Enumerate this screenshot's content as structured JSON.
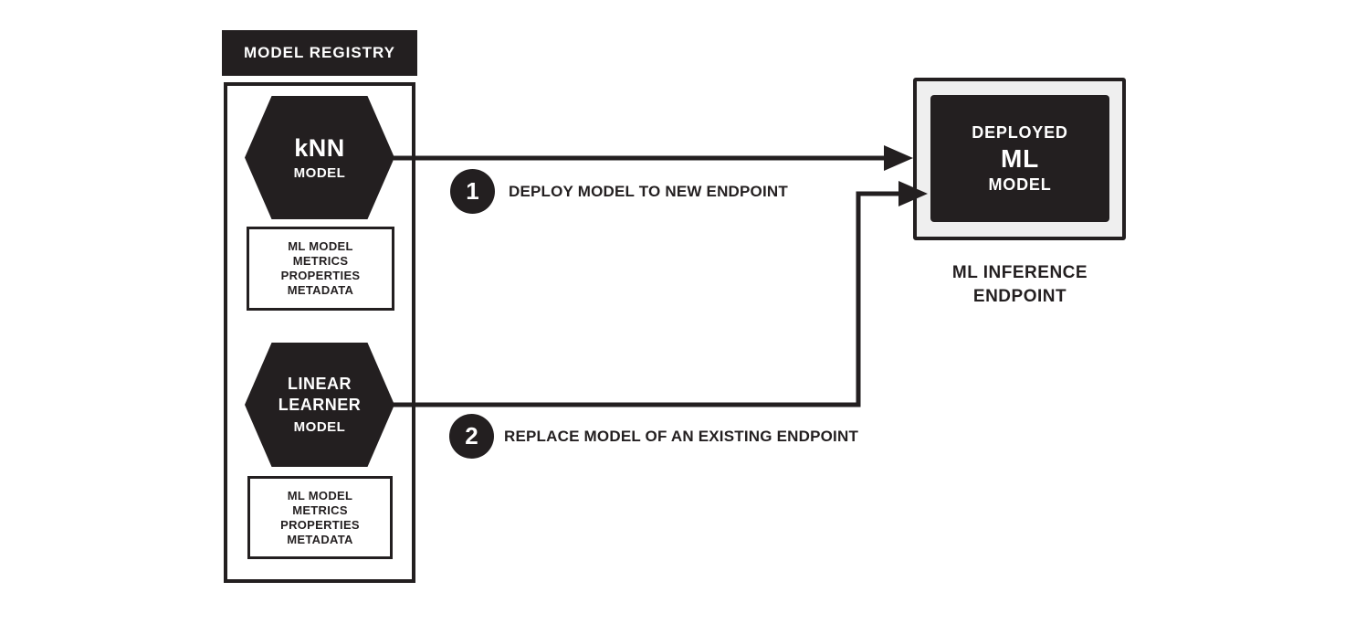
{
  "colors": {
    "ink": "#231f20",
    "panel_gray": "#efefef",
    "background": "#ffffff"
  },
  "registry": {
    "header": "MODEL REGISTRY",
    "knn_hexagon": {
      "title": "kNN",
      "subtitle": "MODEL"
    },
    "linear_hexagon": {
      "line1": "LINEAR",
      "line2": "LEARNER",
      "subtitle": "MODEL"
    },
    "cards": [
      {
        "lines": [
          "ML MODEL",
          "METRICS",
          "PROPERTIES",
          "METADATA"
        ]
      },
      {
        "lines": [
          "ML MODEL",
          "METRICS",
          "PROPERTIES",
          "METADATA"
        ]
      }
    ]
  },
  "steps": [
    {
      "number": "1",
      "label": "DEPLOY MODEL TO NEW ENDPOINT"
    },
    {
      "number": "2",
      "label": "REPLACE MODEL OF AN EXISTING ENDPOINT"
    }
  ],
  "endpoint": {
    "box_line1": "DEPLOYED",
    "box_line2": "ML",
    "box_line3": "MODEL",
    "caption_line1": "ML INFERENCE",
    "caption_line2": "ENDPOINT"
  }
}
